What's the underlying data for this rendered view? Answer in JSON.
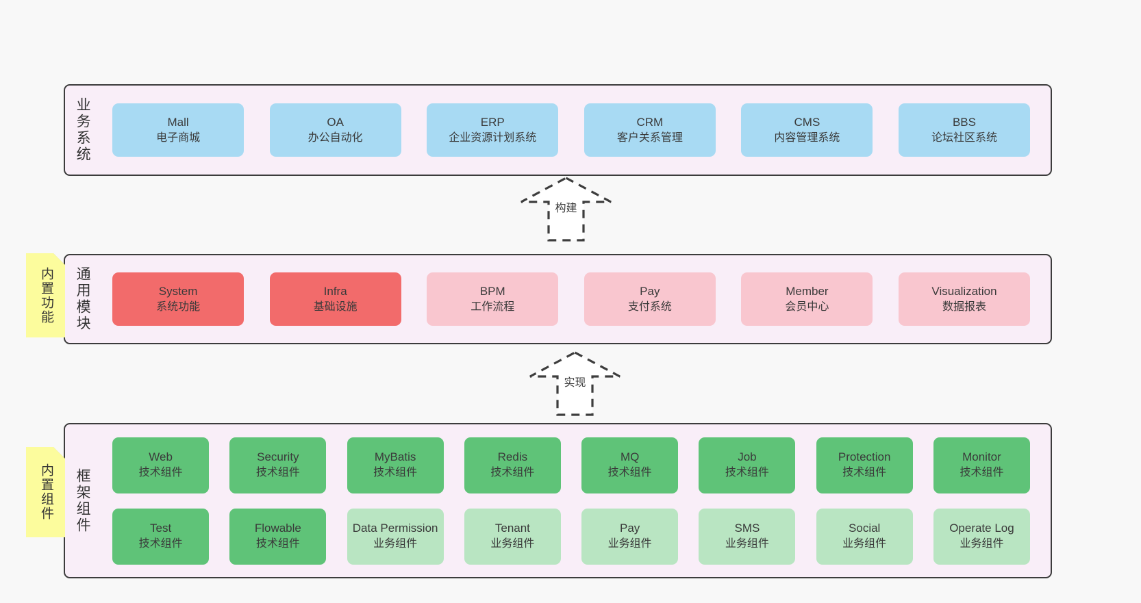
{
  "palette": {
    "page_bg": "#f8f8f8",
    "tier_bg": "#f9eef8",
    "tier_border": "#3c3c3c",
    "blue_box": "#a8daf3",
    "red_box": "#f26b6b",
    "pink_box": "#f9c6cf",
    "dark_green_box": "#5fc378",
    "light_green_box": "#b9e5c2",
    "sticky_yellow": "#fcfc9d",
    "text": "#3a3a3a"
  },
  "business": {
    "label": "业务系统",
    "items": [
      {
        "title": "Mall",
        "subtitle": "电子商城"
      },
      {
        "title": "OA",
        "subtitle": "办公自动化"
      },
      {
        "title": "ERP",
        "subtitle": "企业资源计划系统"
      },
      {
        "title": "CRM",
        "subtitle": "客户关系管理"
      },
      {
        "title": "CMS",
        "subtitle": "内容管理系统"
      },
      {
        "title": "BBS",
        "subtitle": "论坛社区系统"
      }
    ]
  },
  "arrow_build": {
    "label": "构建"
  },
  "modules": {
    "label": "通用模块",
    "sticky": "内置功能",
    "items": [
      {
        "title": "System",
        "subtitle": "系统功能"
      },
      {
        "title": "Infra",
        "subtitle": "基础设施"
      },
      {
        "title": "BPM",
        "subtitle": "工作流程"
      },
      {
        "title": "Pay",
        "subtitle": "支付系统"
      },
      {
        "title": "Member",
        "subtitle": "会员中心"
      },
      {
        "title": "Visualization",
        "subtitle": "数据报表"
      }
    ]
  },
  "arrow_implement": {
    "label": "实现"
  },
  "components": {
    "label": "框架组件",
    "sticky": "内置组件",
    "row1": [
      {
        "title": "Web",
        "subtitle": "技术组件"
      },
      {
        "title": "Security",
        "subtitle": "技术组件"
      },
      {
        "title": "MyBatis",
        "subtitle": "技术组件"
      },
      {
        "title": "Redis",
        "subtitle": "技术组件"
      },
      {
        "title": "MQ",
        "subtitle": "技术组件"
      },
      {
        "title": "Job",
        "subtitle": "技术组件"
      },
      {
        "title": "Protection",
        "subtitle": "技术组件"
      },
      {
        "title": "Monitor",
        "subtitle": "技术组件"
      }
    ],
    "row2": [
      {
        "title": "Test",
        "subtitle": "技术组件"
      },
      {
        "title": "Flowable",
        "subtitle": "技术组件"
      },
      {
        "title": "Data Permission",
        "subtitle": "业务组件"
      },
      {
        "title": "Tenant",
        "subtitle": "业务组件"
      },
      {
        "title": "Pay",
        "subtitle": "业务组件"
      },
      {
        "title": "SMS",
        "subtitle": "业务组件"
      },
      {
        "title": "Social",
        "subtitle": "业务组件"
      },
      {
        "title": "Operate Log",
        "subtitle": "业务组件"
      }
    ]
  }
}
